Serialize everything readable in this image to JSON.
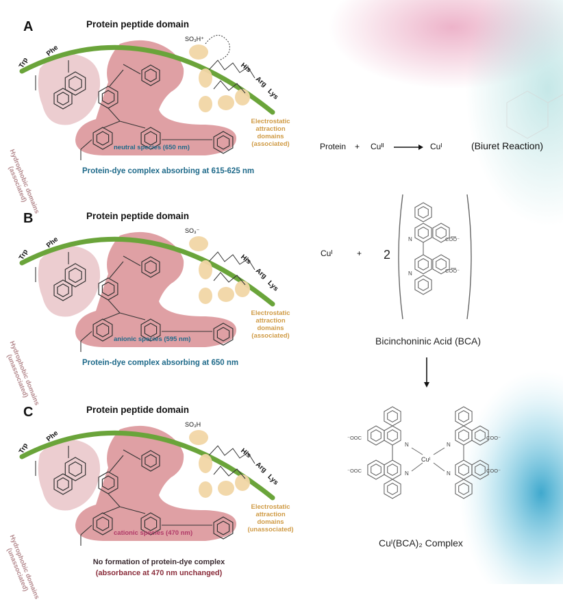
{
  "panels": [
    {
      "letter": "A",
      "domain_title": "Protein peptide domain",
      "residues_left": [
        "Trp",
        "Phe"
      ],
      "residues_right": [
        "His",
        "Arg",
        "Lys"
      ],
      "hydrophobic": [
        "Hydrophobic domains",
        "(associated)"
      ],
      "electrostatic": [
        "Electrostatic",
        "attraction",
        "domains",
        "(associated)"
      ],
      "sulfonate": "SO₃H⁺",
      "species": "neutral species (650 nm)",
      "caption": [
        "Protein-dye complex absorbing at 615-625 nm"
      ]
    },
    {
      "letter": "B",
      "domain_title": "Protein peptide domain",
      "residues_left": [
        "Trp",
        "Phe"
      ],
      "residues_right": [
        "His",
        "Arg",
        "Lys"
      ],
      "hydrophobic": [
        "Hydrophobic domains",
        "(unassociated)"
      ],
      "electrostatic": [
        "Electrostatic",
        "attraction",
        "domains",
        "(associated)"
      ],
      "sulfonate": "SO₃⁻",
      "species": "anionic species (595 nm)",
      "caption": [
        "Protein-dye complex absorbing at 650 nm"
      ]
    },
    {
      "letter": "C",
      "domain_title": "Protein peptide domain",
      "residues_left": [
        "Trp",
        "Phe"
      ],
      "residues_right": [
        "His",
        "Arg",
        "Lys"
      ],
      "hydrophobic": [
        "Hydrophobic domains",
        "(unassociated)"
      ],
      "electrostatic": [
        "Electrostatic",
        "attraction",
        "domains",
        "(unassociated)"
      ],
      "sulfonate": "SO₃H",
      "species": "cationic species (470 nm)",
      "caption": [
        "No formation of protein-dye complex",
        "(absorbance at 470 nm unchanged)"
      ]
    }
  ],
  "biuret": {
    "protein": "Protein",
    "plus": "+",
    "cu_ii": "Cuᴵᴵ",
    "cu_i": "Cuᴵ",
    "label": "(Biuret Reaction)"
  },
  "bca": {
    "cu_i": "Cuᴵ",
    "plus": "+",
    "coefficient": "2",
    "coo": "COO⁻",
    "n": "N",
    "name": "Bicinchoninic Acid (BCA)"
  },
  "complex": {
    "coo_left": "⁻OOC",
    "coo_right": "COO⁻",
    "n": "N",
    "center": "Cuᴵ",
    "name": "Cuᴵ(BCA)₂ Complex"
  },
  "colors": {
    "arc": "#6aa43a",
    "dye": "#d98f94",
    "hydrophobic": "#eac8cb",
    "charged": "#f2d6a6",
    "species_blue": "#1f6a8a",
    "species_pink": "#b03a68",
    "hydrophobic_text": "#b48a8e",
    "electrostatic_text": "#cf9a44"
  }
}
